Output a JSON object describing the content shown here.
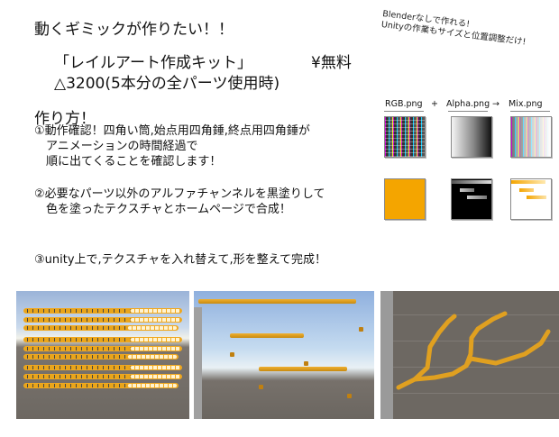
{
  "heading": {
    "title": "動くギミックが作りたい！！",
    "product": "「レイルアート作成キット」",
    "price": "¥無料",
    "paid_option": "△3200(5本分の全パーツ使用時)"
  },
  "side_note": {
    "line1": "Blenderなしで作れる!",
    "line2": "Unityの作業もサイズと位置調整だけ!"
  },
  "howto": {
    "title": "作り方！",
    "steps": [
      {
        "lines": [
          "①動作確認！四角い筒,始点用四角錘,終点用四角錘が",
          "アニメーションの時間経過で",
          "順に出てくることを確認します！"
        ]
      },
      {
        "lines": [
          "②必要なパーツ以外のアルファチャンネルを黒塗りして",
          "色を塗ったテクスチャとホームページで合成！"
        ]
      },
      {
        "lines": [
          "③unity上で,テクスチャを入れ替えて,形を整えて完成！"
        ]
      }
    ]
  },
  "texture_diagram": {
    "headers": [
      "RGB.png",
      "Alpha.png",
      "Mix.png"
    ],
    "operators": [
      "+",
      "→"
    ],
    "rows": [
      {
        "rgb": "color-grid-texture",
        "alpha": "gradient-alpha",
        "mix": "faded-grid-mix"
      },
      {
        "rgb": "solid-orange",
        "alpha": "black-with-bars",
        "mix": "white-with-orange-bars"
      }
    ],
    "accent_color": "#f4a500"
  },
  "screenshots": [
    {
      "name": "unity-chain-rows-view"
    },
    {
      "name": "unity-rail-animation-view"
    },
    {
      "name": "unity-branch-result-view"
    }
  ]
}
